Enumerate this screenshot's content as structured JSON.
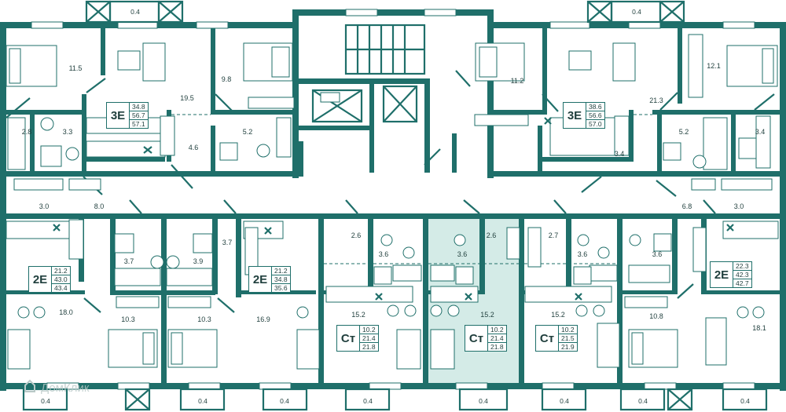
{
  "plan": {
    "balconies": [
      "0.4",
      "0.4",
      "0.4",
      "0.4",
      "0.4",
      "0.4",
      "0.4",
      "0.4",
      "0.4",
      "0.4"
    ],
    "apartments": [
      {
        "code": "3Е",
        "areas": [
          "34.8",
          "56.7",
          "57.1"
        ]
      },
      {
        "code": "3Е",
        "areas": [
          "38.6",
          "56.6",
          "57.0"
        ]
      },
      {
        "code": "2Е",
        "areas": [
          "21.2",
          "43.0",
          "43.4"
        ]
      },
      {
        "code": "2Е",
        "areas": [
          "21.2",
          "34.8",
          "35.6"
        ]
      },
      {
        "code": "Ст",
        "areas": [
          "10.2",
          "21.4",
          "21.8"
        ]
      },
      {
        "code": "Ст",
        "areas": [
          "10.2",
          "21.4",
          "21.8"
        ]
      },
      {
        "code": "Ст",
        "areas": [
          "10.2",
          "21.5",
          "21.9"
        ]
      },
      {
        "code": "2Е",
        "areas": [
          "22.3",
          "42.3",
          "42.7"
        ]
      }
    ],
    "rooms": [
      "11.5",
      "19.5",
      "9.8",
      "2.8",
      "3.3",
      "4.6",
      "5.2",
      "11.2",
      "21.3",
      "12.1",
      "5.2",
      "3.4",
      "3.4",
      "3.0",
      "8.0",
      "6.8",
      "3.0",
      "3.7",
      "3.9",
      "3.7",
      "2.6",
      "2.6",
      "2.7",
      "3.6",
      "3.6",
      "3.6",
      "3.6",
      "18.0",
      "10.3",
      "10.3",
      "16.9",
      "15.2",
      "15.2",
      "15.2",
      "10.8",
      "18.1"
    ],
    "watermark": "ДомКлик"
  }
}
